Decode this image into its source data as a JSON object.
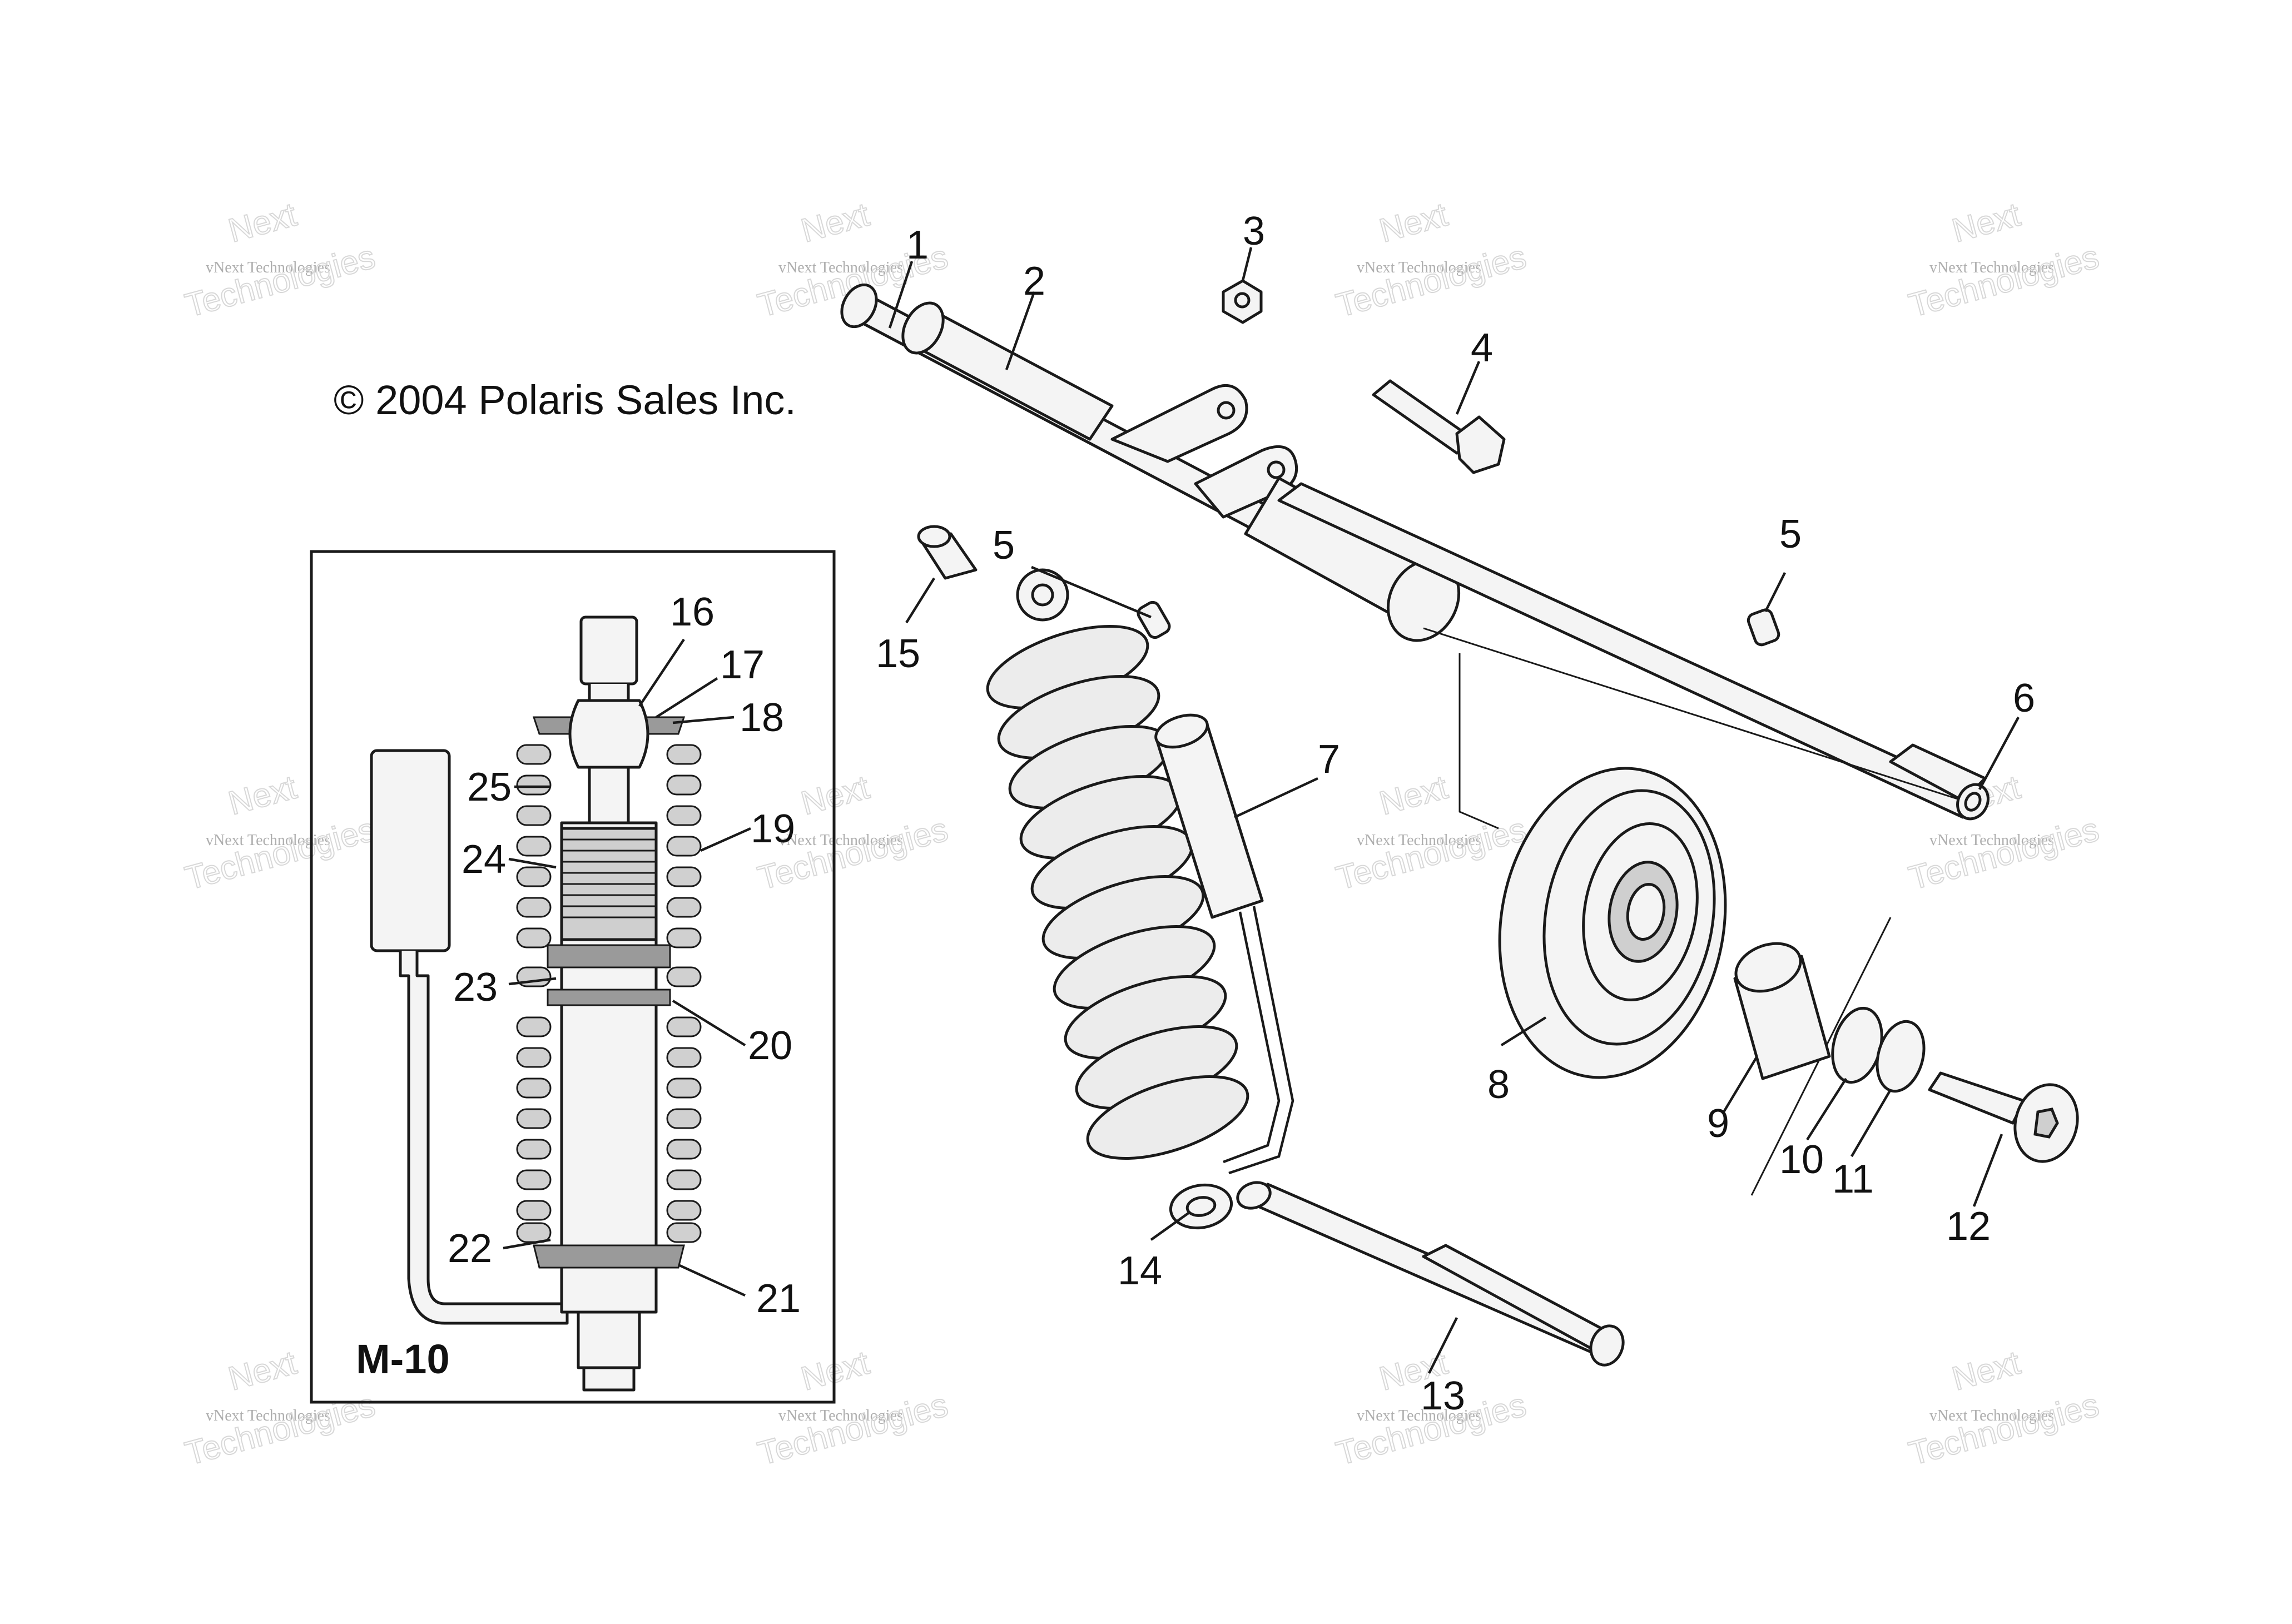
{
  "copyright": "© 2004 Polaris Sales Inc.",
  "inset_model": "M-10",
  "watermark": {
    "line1": "vNext Technologies",
    "line2": "Technologies",
    "line3": "Next"
  },
  "callouts": {
    "c1": "1",
    "c2": "2",
    "c3": "3",
    "c4": "4",
    "c5a": "5",
    "c5b": "5",
    "c6": "6",
    "c7": "7",
    "c8": "8",
    "c9": "9",
    "c10": "10",
    "c11": "11",
    "c12": "12",
    "c13": "13",
    "c14": "14",
    "c15": "15",
    "c16": "16",
    "c17": "17",
    "c18": "18",
    "c19": "19",
    "c20": "20",
    "c21": "21",
    "c22": "22",
    "c23": "23",
    "c24": "24",
    "c25": "25"
  },
  "colors": {
    "line": "#1a1a1a",
    "fill": "#f4f4f4",
    "watermark": "#9a9a9a"
  }
}
